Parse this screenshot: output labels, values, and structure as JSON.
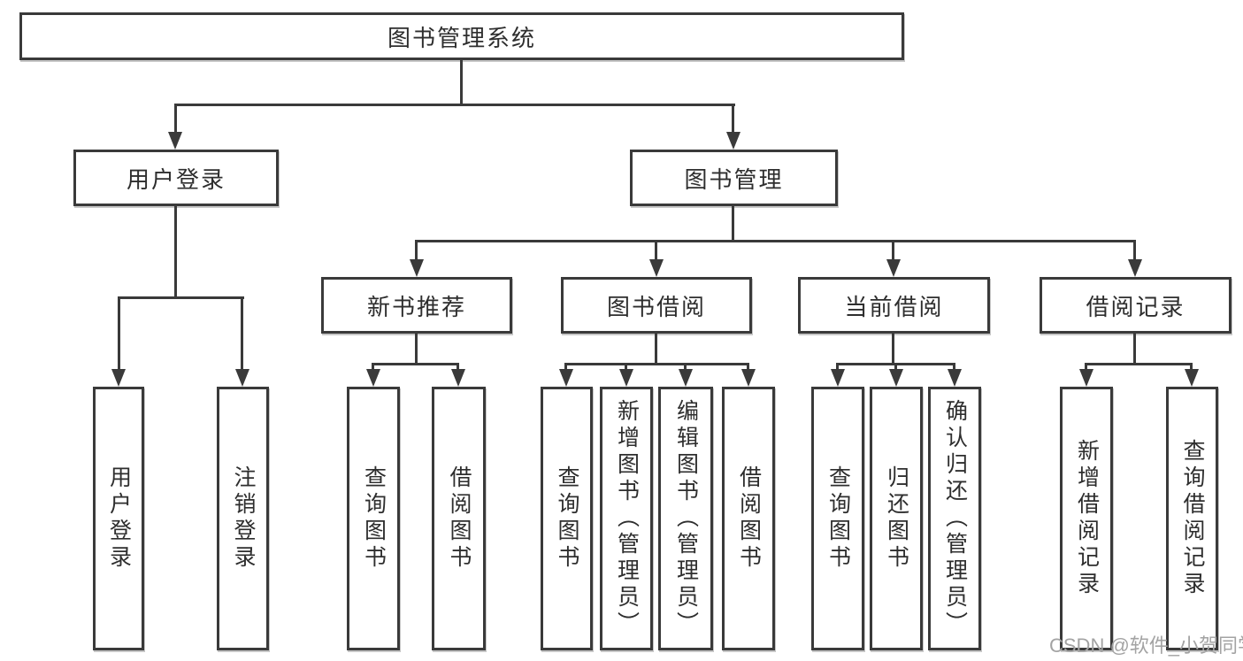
{
  "diagram": {
    "root": {
      "label": "图书管理系统"
    },
    "level2": [
      {
        "id": "user-login",
        "label": "用户登录"
      },
      {
        "id": "book-management",
        "label": "图书管理"
      }
    ],
    "level3": [
      {
        "id": "new-book-recommend",
        "label": "新书推荐"
      },
      {
        "id": "book-borrow",
        "label": "图书借阅"
      },
      {
        "id": "current-borrow",
        "label": "当前借阅"
      },
      {
        "id": "borrow-records",
        "label": "借阅记录"
      }
    ],
    "leaves": [
      {
        "parent": "user-login",
        "label": "用户登录"
      },
      {
        "parent": "user-login",
        "label": "注销登录"
      },
      {
        "parent": "new-book-recommend",
        "label": "查询图书"
      },
      {
        "parent": "new-book-recommend",
        "label": "借阅图书"
      },
      {
        "parent": "book-borrow",
        "label": "查询图书"
      },
      {
        "parent": "book-borrow",
        "label": "新增图书（管理员）"
      },
      {
        "parent": "book-borrow",
        "label": "编辑图书（管理员）"
      },
      {
        "parent": "book-borrow",
        "label": "借阅图书"
      },
      {
        "parent": "current-borrow",
        "label": "查询图书"
      },
      {
        "parent": "current-borrow",
        "label": "归还图书"
      },
      {
        "parent": "current-borrow",
        "label": "确认归还（管理员）"
      },
      {
        "parent": "borrow-records",
        "label": "新增借阅记录"
      },
      {
        "parent": "borrow-records",
        "label": "查询借阅记录"
      }
    ]
  },
  "watermark": "CSDN @软件_小贺同学",
  "colors": {
    "line": "#3a3a3a",
    "background": "#ffffff",
    "watermark": "#a3a3a3"
  }
}
